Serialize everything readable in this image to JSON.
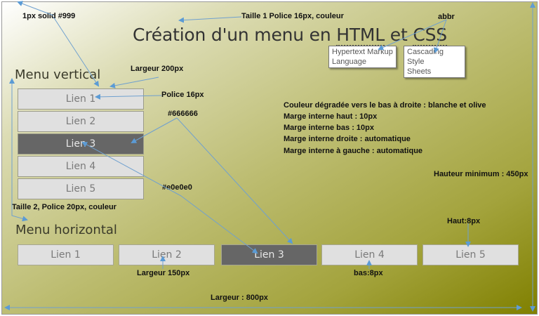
{
  "page": {
    "title_prefix": "Création d'un menu en ",
    "title_abbr_html": "HTML",
    "title_mid": " et ",
    "title_abbr_css": "CSS",
    "tooltips": {
      "html": [
        "Hypertext Markup",
        "Language"
      ],
      "css": [
        "Cascading Style",
        "Sheets"
      ]
    },
    "vertical_heading": "Menu vertical",
    "horizontal_heading": "Menu horizontal",
    "vertical_menu": [
      {
        "label": "Lien 1",
        "active": false
      },
      {
        "label": "Lien 2",
        "active": false
      },
      {
        "label": "Lien 3",
        "active": true
      },
      {
        "label": "Lien 4",
        "active": false
      },
      {
        "label": "Lien 5",
        "active": false
      }
    ],
    "horizontal_menu": [
      {
        "label": "Lien 1",
        "active": false
      },
      {
        "label": "Lien 2",
        "active": false
      },
      {
        "label": "Lien 3",
        "active": true
      },
      {
        "label": "Lien 4",
        "active": false
      },
      {
        "label": "Lien 5",
        "active": false
      }
    ]
  },
  "annotations": {
    "border": "1px solid #999",
    "title_style": "Taille 1 Police 16px, couleur",
    "abbr": "abbr",
    "width_200": "Largeur 200px",
    "font_16": "Police 16px",
    "color_666": "#666666",
    "color_e0": "#e0e0e0",
    "h2_style": "Taille 2, Police 20px, couleur",
    "gradient": "Couleur dégradée vers le bas à droite : blanche et olive",
    "padding_top": "Marge interne haut : 10px",
    "padding_bottom": "Marge interne bas : 10px",
    "padding_right": "Marge interne droite : automatique",
    "padding_left": "Marge interne à gauche : automatique",
    "min_height": "Hauteur minimum : 450px",
    "top_8": "Haut:8px",
    "width_150": "Largeur 150px",
    "bottom_8": "bas:8px",
    "width_800": "Largeur : 800px"
  },
  "colors": {
    "border": "#999999",
    "link_bg": "#e0e0e0",
    "link_active_bg": "#666666",
    "gradient_start": "#ffffff",
    "gradient_end": "#808000",
    "arrow": "#5b9bd5"
  }
}
